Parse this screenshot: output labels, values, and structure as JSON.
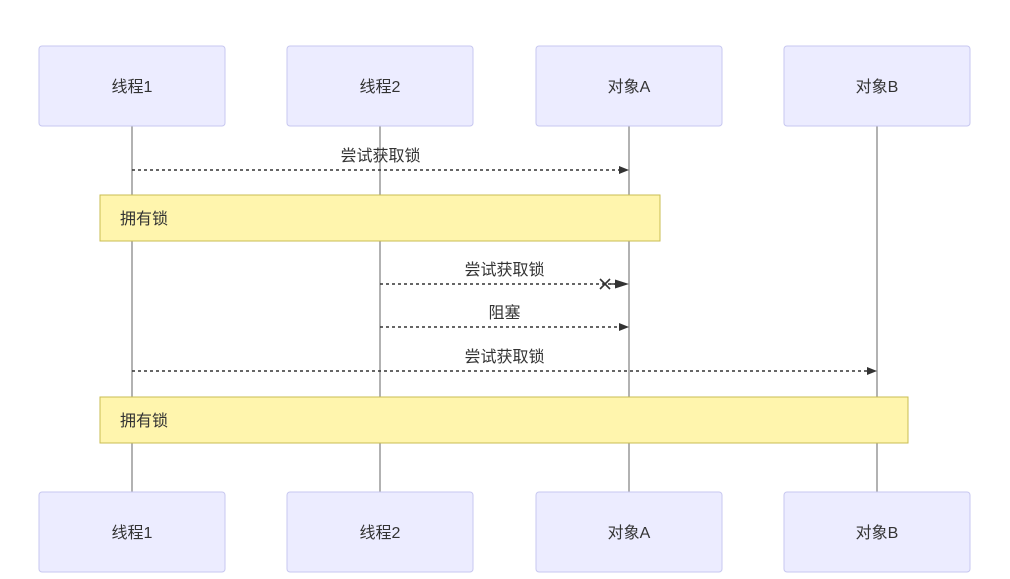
{
  "actors": [
    {
      "id": "t1",
      "label": "线程1"
    },
    {
      "id": "t2",
      "label": "线程2"
    },
    {
      "id": "oa",
      "label": "对象A"
    },
    {
      "id": "ob",
      "label": "对象B"
    }
  ],
  "events": [
    {
      "kind": "message",
      "from": "t1",
      "to": "oa",
      "label": "尝试获取锁",
      "end": "arrow"
    },
    {
      "kind": "note",
      "from": "t1",
      "to": "oa",
      "label": "拥有锁"
    },
    {
      "kind": "message",
      "from": "t2",
      "to": "oa",
      "label": "尝试获取锁",
      "end": "cross-arrow"
    },
    {
      "kind": "message",
      "from": "t2",
      "to": "oa",
      "label": "阻塞",
      "end": "arrow"
    },
    {
      "kind": "message",
      "from": "t1",
      "to": "ob",
      "label": "尝试获取锁",
      "end": "arrow"
    },
    {
      "kind": "note",
      "from": "t1",
      "to": "ob",
      "label": "拥有锁"
    }
  ],
  "colors": {
    "actor_fill": "#ececff",
    "actor_stroke": "#c7c7f0",
    "note_fill": "#fff5ad",
    "note_stroke": "#c9bd52",
    "line": "#333333"
  }
}
